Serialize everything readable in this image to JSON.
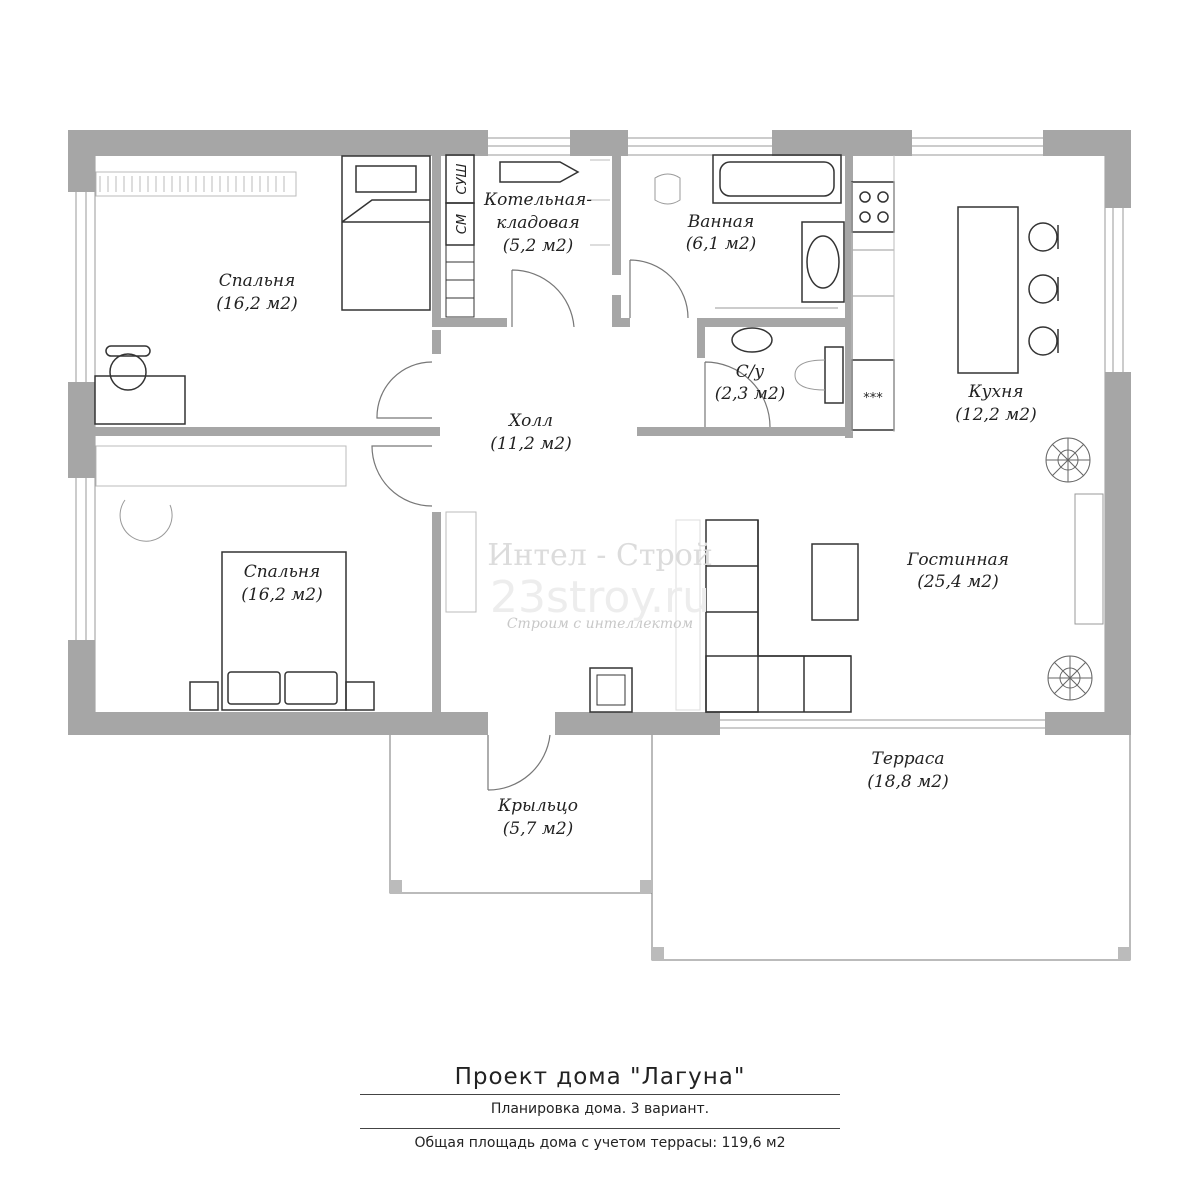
{
  "watermark": {
    "company": "Интел - Строй",
    "site": "23stroy.ru",
    "slogan": "Строим с интеллектом"
  },
  "rooms": {
    "bedroom_top": {
      "name": "Спальня",
      "area": "(16,2 м2)"
    },
    "boiler": {
      "name_1": "Котельная-",
      "name_2": "кладовая",
      "area": "(5,2 м2)"
    },
    "bathroom": {
      "name": "Ванная",
      "area": "(6,1 м2)"
    },
    "wc": {
      "name": "С/у",
      "area": "(2,3 м2)"
    },
    "kitchen": {
      "name": "Кухня",
      "area": "(12,2 м2)"
    },
    "hall": {
      "name": "Холл",
      "area": "(11,2 м2)"
    },
    "bedroom_bottom": {
      "name": "Спальня",
      "area": "(16,2 м2)"
    },
    "living": {
      "name": "Гостинная",
      "area": "(25,4 м2)"
    },
    "terrace": {
      "name": "Терраса",
      "area": "(18,8 м2)"
    },
    "porch": {
      "name": "Крыльцо",
      "area": "(5,7 м2)"
    }
  },
  "appliance_labels": {
    "dryer": "СУШ",
    "washer": "СМ",
    "stove": "***"
  },
  "caption": {
    "title": "Проект дома \"Лагуна\"",
    "subtitle": "Планировка дома. 3 вариант.",
    "total": "Общая площадь дома с учетом террасы: 119,6 м2"
  }
}
